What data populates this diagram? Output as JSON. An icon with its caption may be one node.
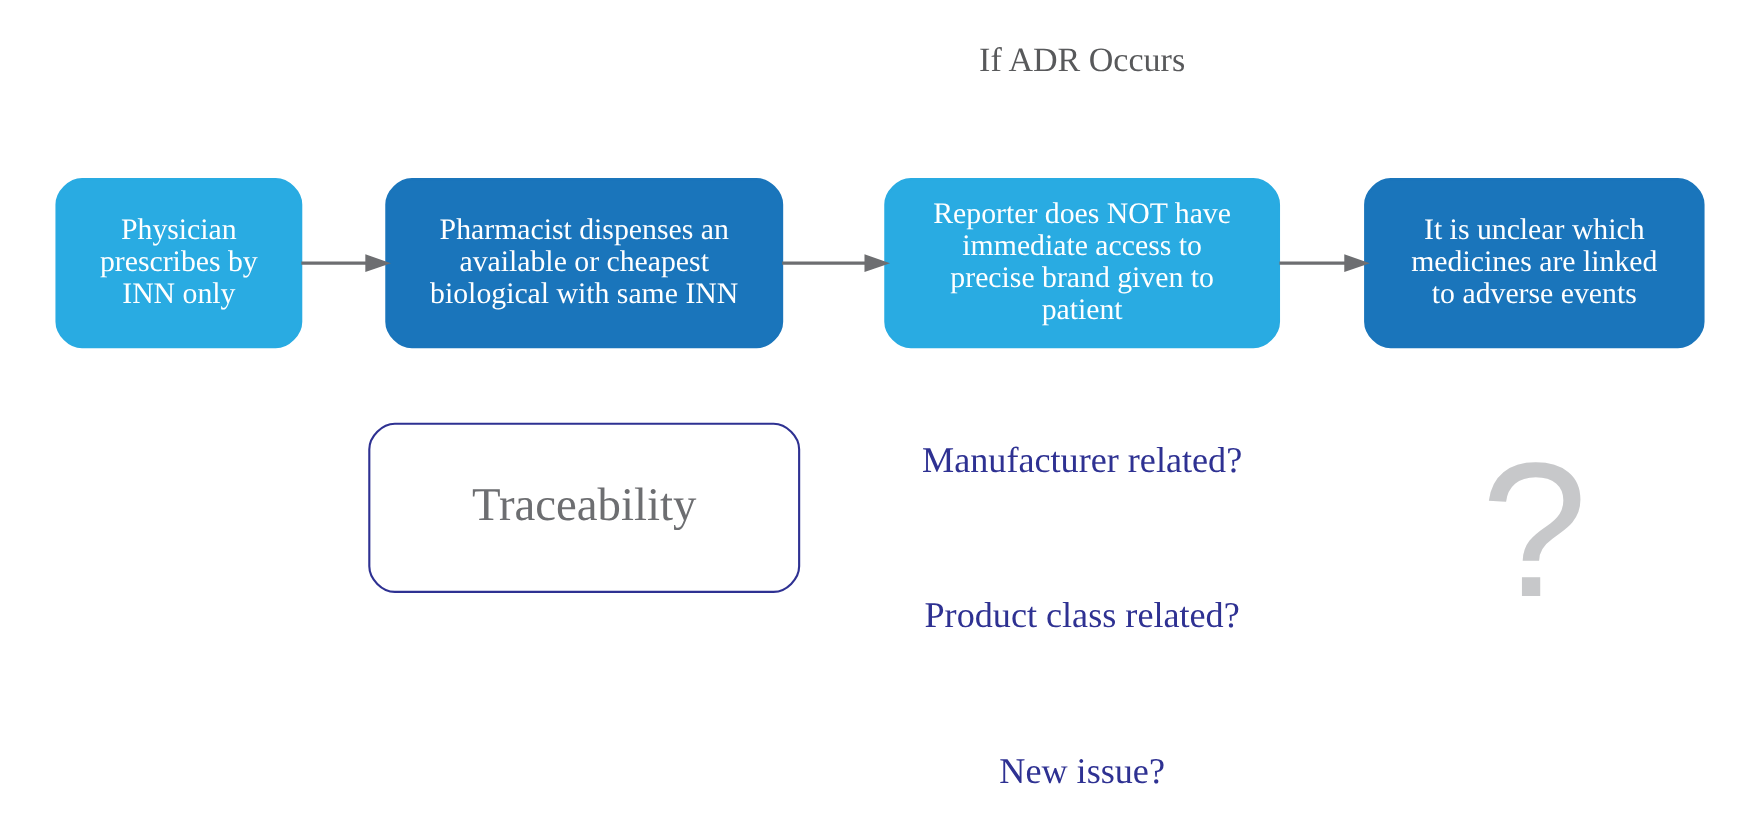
{
  "diagram": {
    "nodes": [
      {
        "text": [
          "Physician prescribes by INN only"
        ]
      },
      {
        "text": [
          "Pharmacist dispenses an available or cheapest biological with same INN"
        ]
      },
      {
        "text": [
          "Reporter does NOT have immediate access to precise brand given to patient"
        ]
      },
      {
        "text": [
          "It is unclear which medicines are linked to adverse events"
        ]
      },
      {
        "text": [
          "Traceability"
        ]
      }
    ],
    "edges": [
      {
        "from": 0,
        "to": 1,
        "arrow": "to"
      },
      {
        "from": 1,
        "to": 2,
        "arrow": "to"
      },
      {
        "from": 2,
        "to": 3,
        "arrow": "to"
      }
    ],
    "labels": [
      "If ADR Occurs",
      "Manufacturer related?",
      "Product class related?",
      "New issue?",
      "?"
    ]
  }
}
